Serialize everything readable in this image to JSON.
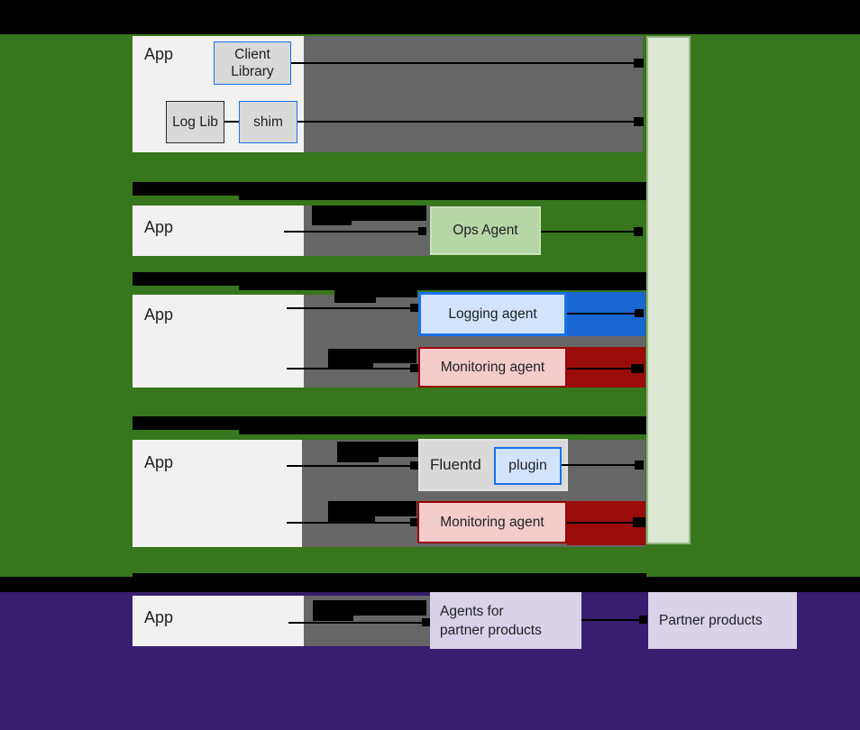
{
  "palette": {
    "bg-green": "#37761C",
    "bg-purple": "#381E6E",
    "band-black": "#000000",
    "panel-gray": "#666666",
    "app-white": "#F1F1F1",
    "box-gray": "#D9D9D9",
    "blue-border": "#1A73E8",
    "blue-fill": "#D2E3FC",
    "blue-bar": "#1967D2",
    "ops-fill": "#B5D6A5",
    "ops-border": "#CBE2BE",
    "pink-fill": "#F4CCCC",
    "red-border": "#990000",
    "red-bar": "#9A0C0C",
    "sink-fill": "#DCE8D4",
    "sink-border": "#98B587",
    "lavender-fill": "#D9D2E9",
    "text-dark": "#202124"
  },
  "g1": {
    "app": "App",
    "client_library": "Client Library",
    "log_lib": "Log Lib",
    "shim": "shim"
  },
  "g2": {
    "app": "App",
    "ops_agent": "Ops Agent"
  },
  "g3": {
    "app": "App",
    "logging_agent": "Logging agent",
    "monitoring_agent": "Monitoring agent"
  },
  "g4": {
    "app": "App",
    "fluentd": "Fluentd",
    "plugin": "plugin",
    "monitoring_agent": "Monitoring agent"
  },
  "g5": {
    "app": "App",
    "agents_line1": "Agents for",
    "agents_line2": "partner products",
    "partner_products": "Partner products"
  }
}
